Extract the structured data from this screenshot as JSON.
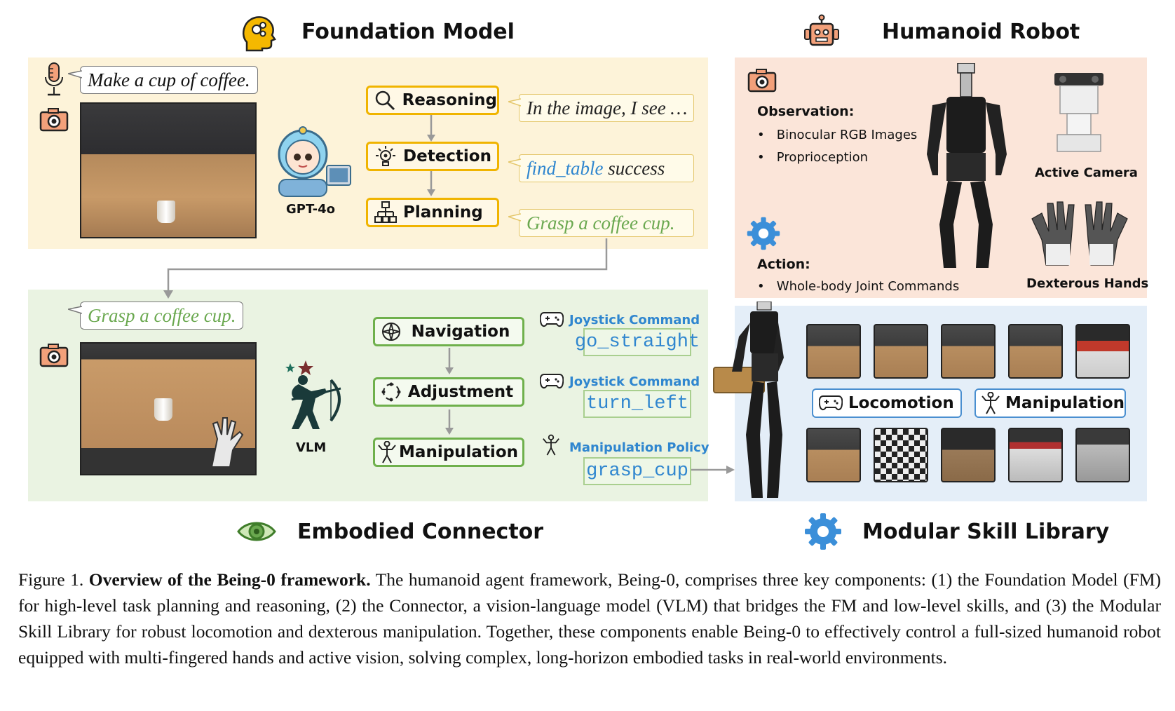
{
  "titles": {
    "foundation_model": "Foundation Model",
    "humanoid_robot": "Humanoid Robot",
    "embodied_connector": "Embodied Connector",
    "modular_skill_library": "Modular Skill Library"
  },
  "foundation_model": {
    "instruction": "Make a cup of coffee.",
    "model_label": "GPT-4o",
    "steps": [
      {
        "label": "Reasoning",
        "icon": "magnifier-icon",
        "output": "In the image, I see …"
      },
      {
        "label": "Detection",
        "icon": "target-bulb-icon",
        "output_func": "find_table",
        "output_rest": " success"
      },
      {
        "label": "Planning",
        "icon": "flowchart-icon",
        "output": "Grasp a coffee cup."
      }
    ]
  },
  "embodied_connector": {
    "instruction": "Grasp a coffee cup.",
    "model_label": "VLM",
    "steps": [
      {
        "label": "Navigation",
        "icon": "compass-icon",
        "cmd_type": "Joystick Command",
        "cmd": "go_straight"
      },
      {
        "label": "Adjustment",
        "icon": "adjust-cycle-icon",
        "cmd_type": "Joystick Command",
        "cmd": "turn_left"
      },
      {
        "label": "Manipulation",
        "icon": "humanoid-figure-icon",
        "cmd_type": "Manipulation Policy",
        "cmd": "grasp_cup"
      }
    ]
  },
  "humanoid_robot": {
    "observation_heading": "Observation:",
    "observations": [
      "Binocular RGB Images",
      "Proprioception"
    ],
    "action_heading": "Action:",
    "actions": [
      "Whole-body Joint Commands"
    ],
    "active_camera_label": "Active Camera",
    "dexterous_hands_label": "Dexterous Hands"
  },
  "skill_library": {
    "locomotion_label": "Locomotion",
    "manipulation_label": "Manipulation"
  },
  "caption": {
    "prefix": "Figure 1. ",
    "bold": "Overview of the Being-0 framework.",
    "body": " The humanoid agent framework, Being-0, comprises three key components: (1) the Foundation Model (FM) for high-level task planning and reasoning, (2) the Connector, a vision-language model (VLM) that bridges the FM and low-level skills, and (3) the Modular Skill Library for robust locomotion and dexterous manipulation. Together, these components enable Being-0 to effectively control a full-sized humanoid robot equipped with multi-fingered hands and active vision, solving complex, long-horizon embodied tasks in real-world environments."
  },
  "colors": {
    "fm_panel": "#fdf3d9",
    "ec_panel": "#eaf3e2",
    "hr_panel": "#fbe5d9",
    "msl_panel": "#e4eef8",
    "fm_box_border": "#f0b400",
    "ec_box_border": "#6fb04c",
    "accent_blue": "#2f86cf",
    "accent_green": "#6aa84f"
  }
}
